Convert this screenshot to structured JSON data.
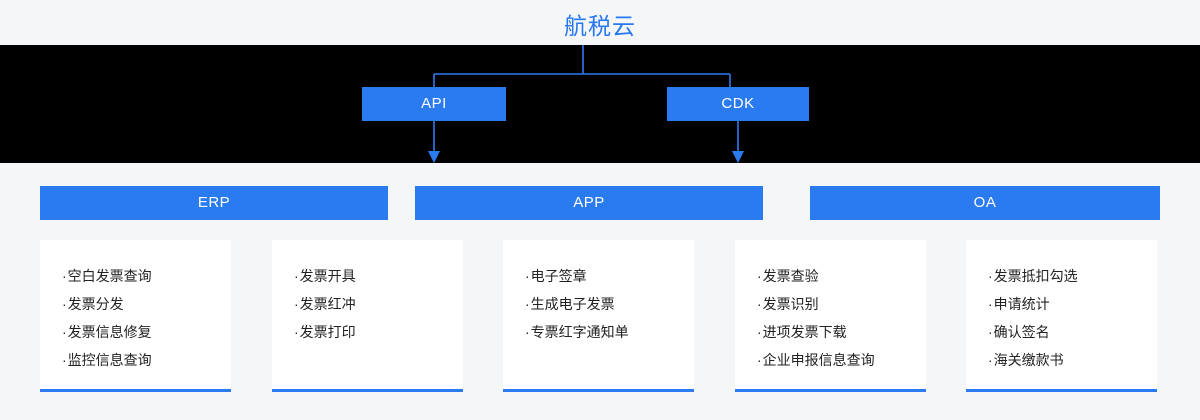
{
  "header": {
    "title": "航税云"
  },
  "colors": {
    "accent_blue": "#2a7bf0",
    "title_blue": "#2878f0",
    "band_black": "#000000",
    "page_background": "#f5f6f8",
    "card_background": "#ffffff",
    "text_dark": "#222222"
  },
  "nodes": [
    {
      "id": "api",
      "label": "API"
    },
    {
      "id": "cdk",
      "label": "CDK"
    }
  ],
  "categories": [
    {
      "id": "erp",
      "label": "ERP"
    },
    {
      "id": "app",
      "label": "APP"
    },
    {
      "id": "oa",
      "label": "OA"
    }
  ],
  "cards": [
    {
      "id": "card-1",
      "items": [
        "空白发票查询",
        "发票分发",
        "发票信息修复",
        "监控信息查询"
      ]
    },
    {
      "id": "card-2",
      "items": [
        "发票开具",
        "发票红冲",
        "发票打印"
      ]
    },
    {
      "id": "card-3",
      "items": [
        "电子签章",
        "生成电子发票",
        "专票红字通知单"
      ]
    },
    {
      "id": "card-4",
      "items": [
        "发票查验",
        "发票识别",
        "进项发票下载",
        "企业申报信息查询"
      ]
    },
    {
      "id": "card-5",
      "items": [
        "发票抵扣勾选",
        "申请统计",
        "确认签名",
        "海关缴款书"
      ]
    }
  ],
  "bullet": "·"
}
